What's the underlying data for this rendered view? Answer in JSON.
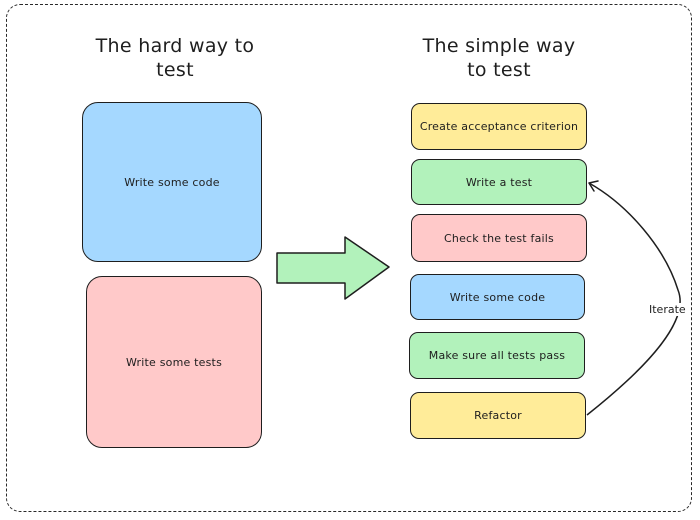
{
  "left": {
    "title": "The hard way to\ntest",
    "boxes": [
      {
        "label": "Write some code",
        "color": "#a5d8ff"
      },
      {
        "label": "Write some tests",
        "color": "#ffc9c9"
      }
    ]
  },
  "right": {
    "title": "The simple way\nto test",
    "steps": [
      {
        "label": "Create acceptance criterion",
        "color": "#ffec99"
      },
      {
        "label": "Write a test",
        "color": "#b2f2bb"
      },
      {
        "label": "Check the test fails",
        "color": "#ffc9c9"
      },
      {
        "label": "Write some code",
        "color": "#a5d8ff"
      },
      {
        "label": "Make sure all tests pass",
        "color": "#b2f2bb"
      },
      {
        "label": "Refactor",
        "color": "#ffec99"
      }
    ],
    "loop_label": "Iterate"
  },
  "arrow": {
    "color": "#b2f2bb",
    "icon": "right-arrow-icon"
  }
}
